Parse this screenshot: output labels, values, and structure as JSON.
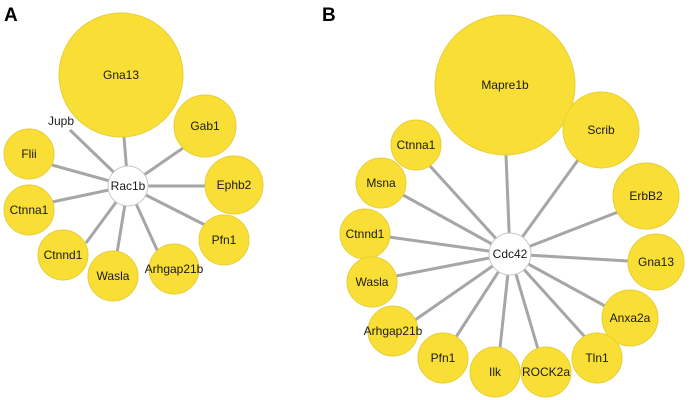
{
  "panels": [
    {
      "letter": "A",
      "hub": "Rac1b",
      "nodes": [
        "Gna13",
        "Jupb",
        "Gab1",
        "Flii",
        "Ephb2",
        "Ctnna1",
        "Pfn1",
        "Ctnnd1",
        "Arhgap21b",
        "Wasla"
      ]
    },
    {
      "letter": "B",
      "hub": "Cdc42",
      "nodes": [
        "Mapre1b",
        "Ctnna1",
        "Scrib",
        "Msna",
        "ErbB2",
        "Ctnnd1",
        "Gna13",
        "Wasla",
        "Anxa2a",
        "Arhgap21b",
        "Tln1",
        "Pfn1",
        "ROCK2a",
        "Ilk"
      ]
    }
  ],
  "colors": {
    "node_fill": "#f8de35",
    "edge": "#a6a6a6",
    "hub_fill": "#ffffff"
  }
}
